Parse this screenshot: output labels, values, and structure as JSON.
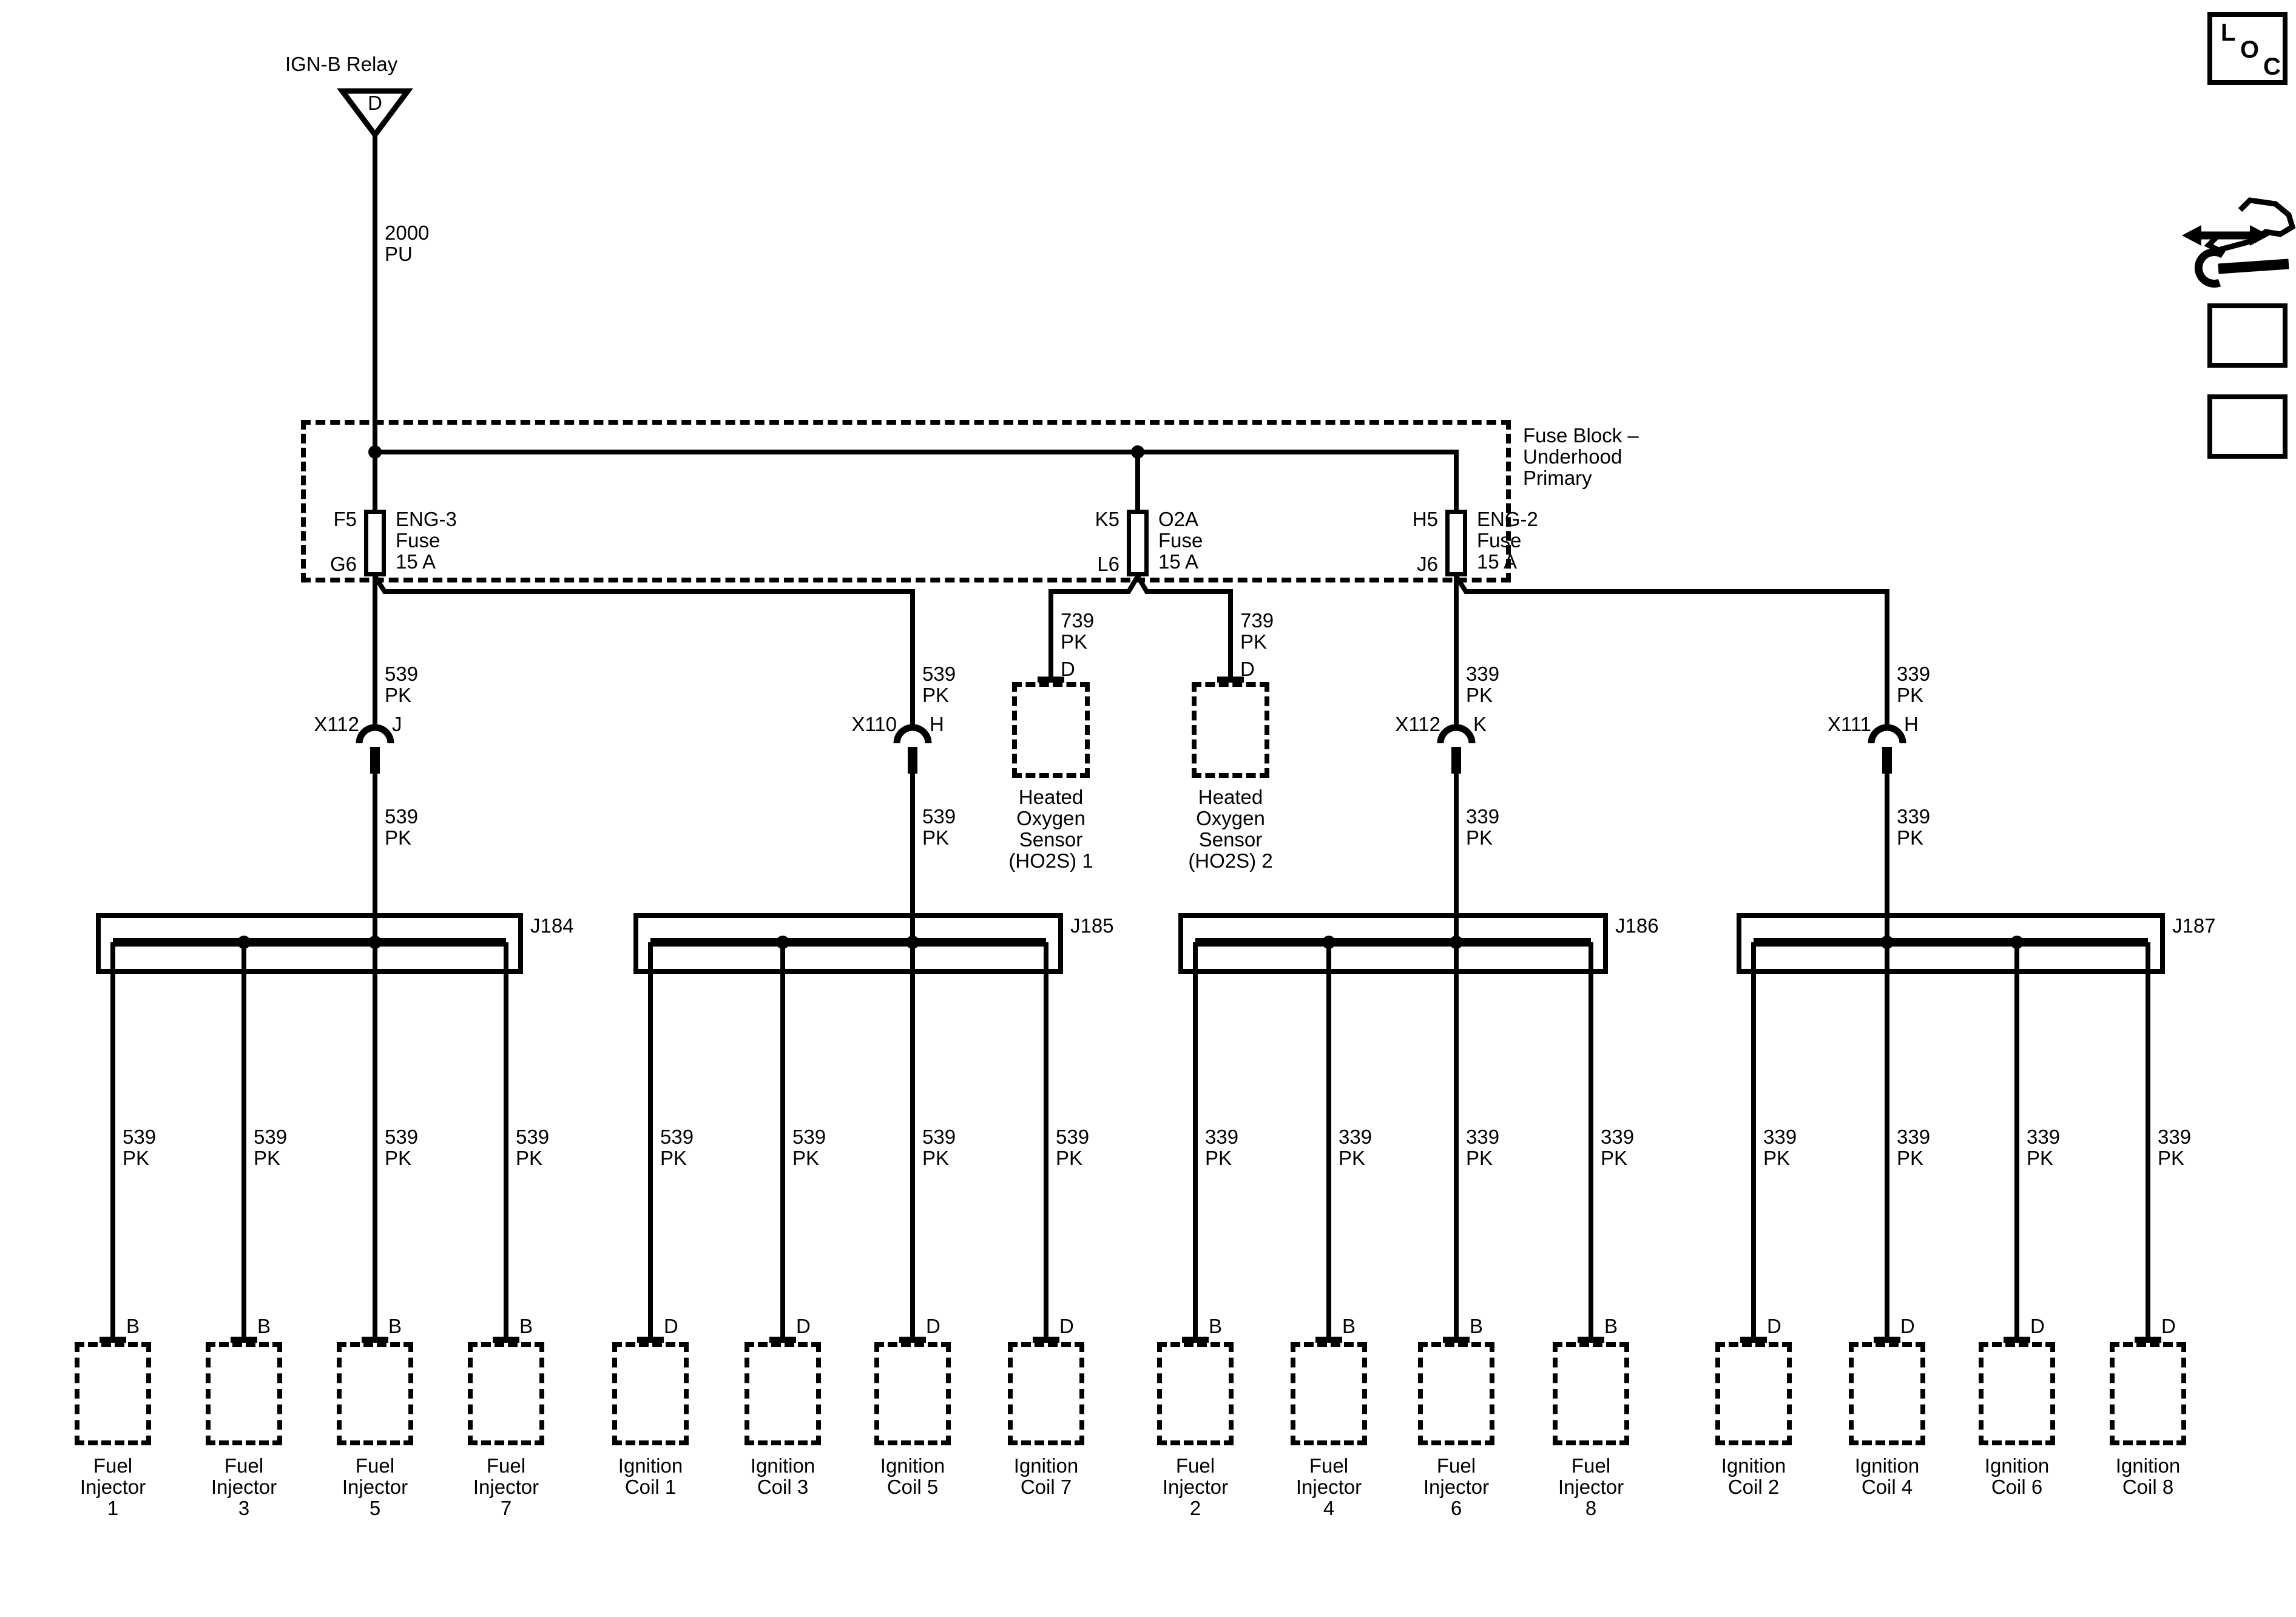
{
  "relay": {
    "label": "IGN-B Relay",
    "terminal": "D",
    "wire_label": "2000\nPU"
  },
  "fuse_block": {
    "label": "Fuse Block –\nUnderhood\nPrimary",
    "fuses": [
      {
        "pin_in": "F5",
        "pin_out": "G6",
        "name": "ENG-3\nFuse\n15 A"
      },
      {
        "pin_in": "K5",
        "pin_out": "L6",
        "name": "O2A\nFuse\n15 A"
      },
      {
        "pin_in": "H5",
        "pin_out": "J6",
        "name": "ENG-2\nFuse\n15 A"
      }
    ]
  },
  "sensors": [
    {
      "wire_label": "739\nPK",
      "terminal": "D",
      "name": "Heated\nOxygen\nSensor\n(HO2S) 1"
    },
    {
      "wire_label": "739\nPK",
      "terminal": "D",
      "name": "Heated\nOxygen\nSensor\n(HO2S) 2"
    }
  ],
  "connectors": [
    {
      "id": "X112",
      "pin": "J",
      "wire_above": "539\nPK",
      "wire_below": "539\nPK"
    },
    {
      "id": "X110",
      "pin": "H",
      "wire_above": "539\nPK",
      "wire_below": "539\nPK"
    },
    {
      "id": "X112",
      "pin": "K",
      "wire_above": "339\nPK",
      "wire_below": "339\nPK"
    },
    {
      "id": "X111",
      "pin": "H",
      "wire_above": "339\nPK",
      "wire_below": "339\nPK"
    }
  ],
  "junction_blocks": [
    {
      "id": "J184"
    },
    {
      "id": "J185"
    },
    {
      "id": "J186"
    },
    {
      "id": "J187"
    }
  ],
  "circuits": [
    {
      "wire_label": "539\nPK",
      "terminal": "B",
      "component": "Fuel\nInjector\n1"
    },
    {
      "wire_label": "539\nPK",
      "terminal": "B",
      "component": "Fuel\nInjector\n3"
    },
    {
      "wire_label": "539\nPK",
      "terminal": "B",
      "component": "Fuel\nInjector\n5"
    },
    {
      "wire_label": "539\nPK",
      "terminal": "B",
      "component": "Fuel\nInjector\n7"
    },
    {
      "wire_label": "539\nPK",
      "terminal": "D",
      "component": "Ignition\nCoil 1"
    },
    {
      "wire_label": "539\nPK",
      "terminal": "D",
      "component": "Ignition\nCoil 3"
    },
    {
      "wire_label": "539\nPK",
      "terminal": "D",
      "component": "Ignition\nCoil 5"
    },
    {
      "wire_label": "539\nPK",
      "terminal": "D",
      "component": "Ignition\nCoil 7"
    },
    {
      "wire_label": "339\nPK",
      "terminal": "B",
      "component": "Fuel\nInjector\n2"
    },
    {
      "wire_label": "339\nPK",
      "terminal": "B",
      "component": "Fuel\nInjector\n4"
    },
    {
      "wire_label": "339\nPK",
      "terminal": "B",
      "component": "Fuel\nInjector\n6"
    },
    {
      "wire_label": "339\nPK",
      "terminal": "B",
      "component": "Fuel\nInjector\n8"
    },
    {
      "wire_label": "339\nPK",
      "terminal": "D",
      "component": "Ignition\nCoil 2"
    },
    {
      "wire_label": "339\nPK",
      "terminal": "D",
      "component": "Ignition\nCoil 4"
    },
    {
      "wire_label": "339\nPK",
      "terminal": "D",
      "component": "Ignition\nCoil 6"
    },
    {
      "wire_label": "339\nPK",
      "terminal": "D",
      "component": "Ignition\nCoil 8"
    }
  ],
  "nav": {
    "loc_letters": [
      "L",
      "O",
      "C"
    ]
  },
  "colors": {
    "line": "#000000",
    "background": "#ffffff"
  }
}
